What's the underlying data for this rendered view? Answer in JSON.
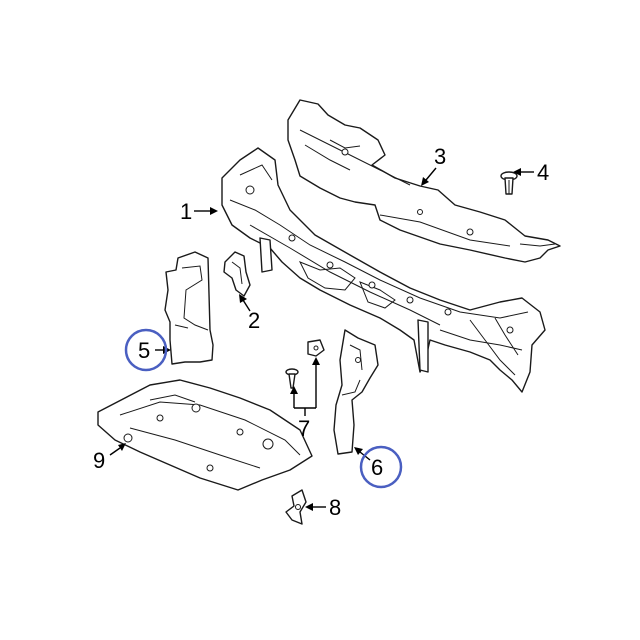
{
  "colors": {
    "highlight": "#4a5fc1",
    "line": "#1a1a1a",
    "background": "#ffffff"
  },
  "callouts": [
    {
      "id": "1",
      "label": "1",
      "part": "radiator-support",
      "highlighted": false
    },
    {
      "id": "2",
      "label": "2",
      "part": "bracket",
      "highlighted": false
    },
    {
      "id": "3",
      "label": "3",
      "part": "upper-cover",
      "highlighted": false
    },
    {
      "id": "4",
      "label": "4",
      "part": "push-pin",
      "highlighted": false
    },
    {
      "id": "5",
      "label": "5",
      "part": "left-air-deflector",
      "highlighted": true
    },
    {
      "id": "6",
      "label": "6",
      "part": "right-air-deflector",
      "highlighted": true
    },
    {
      "id": "7",
      "label": "7",
      "part": "fasteners",
      "highlighted": false
    },
    {
      "id": "8",
      "label": "8",
      "part": "retainer-clip",
      "highlighted": false
    },
    {
      "id": "9",
      "label": "9",
      "part": "lower-shield",
      "highlighted": false
    }
  ]
}
